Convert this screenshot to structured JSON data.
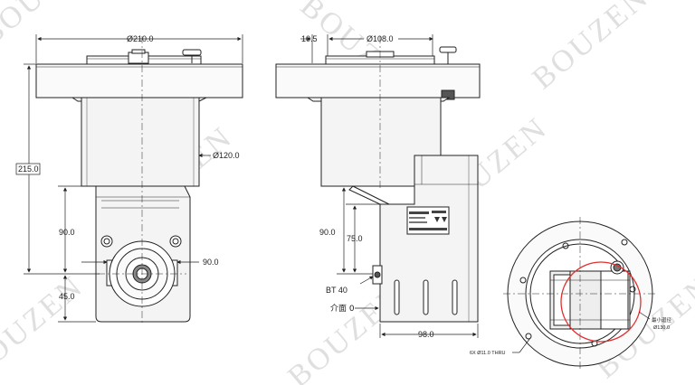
{
  "drawing": {
    "dims": {
      "flange_dia": "Ø210.0",
      "body_dia": "Ø120.0",
      "height_total": "215.0",
      "front_lower": "90.0",
      "front_bottom": "45.0",
      "front_side": "90.0",
      "side_offset": "10.5",
      "side_flange_dia": "Ø108.0",
      "side_lower": "90.0",
      "side_mid": "75.0",
      "side_width": "98.0",
      "holder": "BT 40",
      "datum": "介面 0",
      "holes": "6X Ø11.0 THRU",
      "min_radius_label": "最小迴径",
      "min_radius_value": "Ø130.0"
    },
    "watermark": "BOUZEN",
    "colors": {
      "line": "#222222",
      "body_fill": "#f4f4f4",
      "highlight": "#e03030",
      "watermark": "#b9b9b9"
    }
  }
}
